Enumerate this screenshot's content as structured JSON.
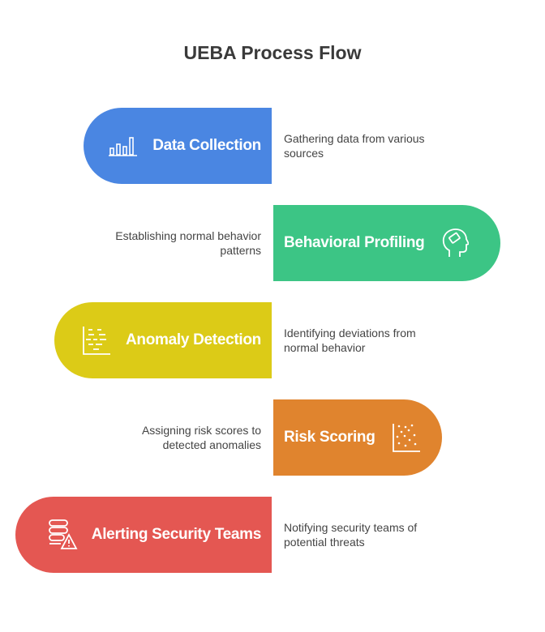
{
  "title": "UEBA Process Flow",
  "steps": [
    {
      "label": "Data Collection",
      "description": "Gathering data from various sources",
      "color": "#4A86E2",
      "icon": "bar-chart-icon"
    },
    {
      "label": "Behavioral Profiling",
      "description": "Establishing normal behavior patterns",
      "color": "#3CC585",
      "icon": "head-profile-icon"
    },
    {
      "label": "Anomaly Detection",
      "description": "Identifying deviations from normal behavior",
      "color": "#DCCB17",
      "icon": "dashed-chart-icon"
    },
    {
      "label": "Risk Scoring",
      "description": "Assigning risk scores to detected anomalies",
      "color": "#E0842E",
      "icon": "scatter-plot-icon"
    },
    {
      "label": "Alerting Security Teams",
      "description": "Notifying security teams of potential threats",
      "color": "#E45752",
      "icon": "server-alert-icon"
    }
  ]
}
